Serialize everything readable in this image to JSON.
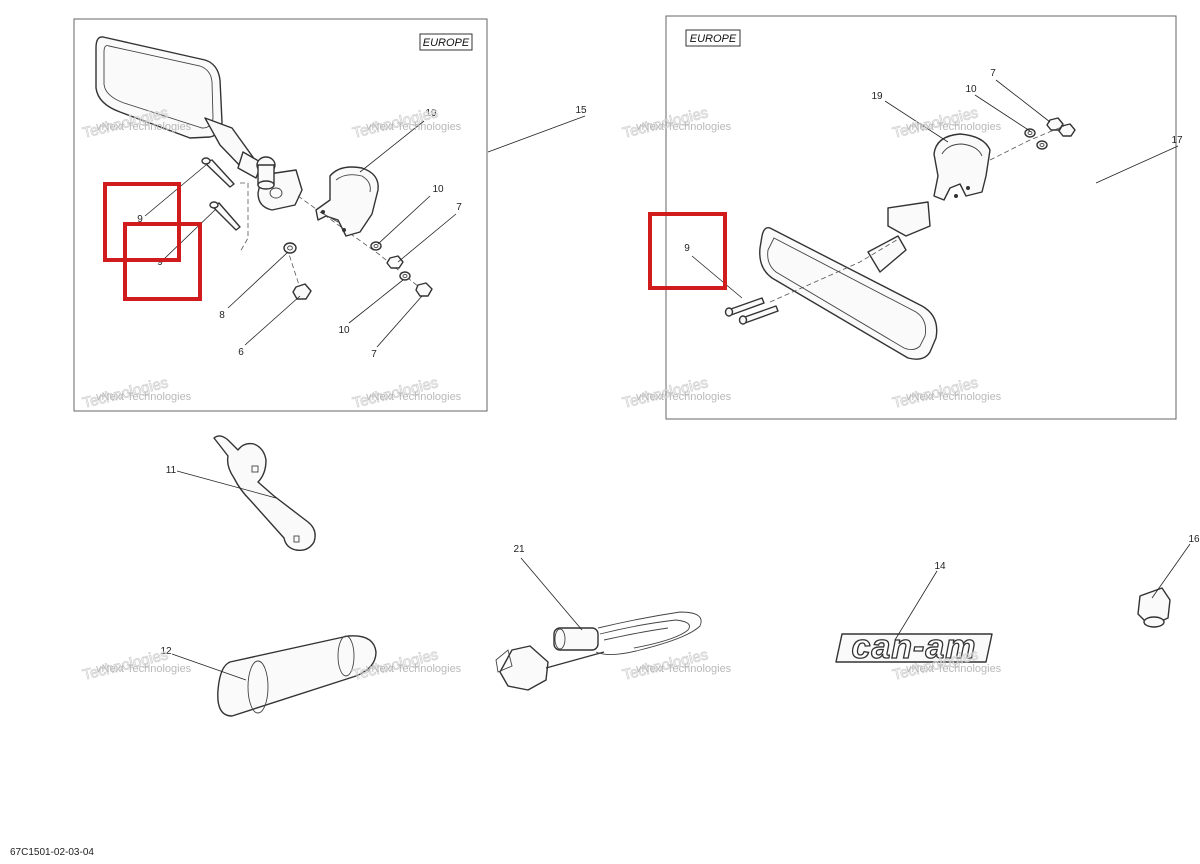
{
  "diagram": {
    "drawing_code": "67C1501-02-03-04",
    "region_tags": [
      "EUROPE",
      "EUROPE"
    ],
    "callouts": {
      "p19a": "19",
      "p15": "15",
      "p10a": "10",
      "p7a": "7",
      "p9a": "9",
      "p9b": "9",
      "p8": "8",
      "p6": "6",
      "p10b": "10",
      "p7b": "7",
      "p7c": "7",
      "p10c": "10",
      "p19b": "19",
      "p17": "17",
      "p9c": "9",
      "p11": "11",
      "p21": "21",
      "p14": "14",
      "p16": "16",
      "p12": "12"
    },
    "brand_mark": "can-am",
    "watermark": {
      "small": "vNext Technologies",
      "large": "Technologies"
    }
  }
}
